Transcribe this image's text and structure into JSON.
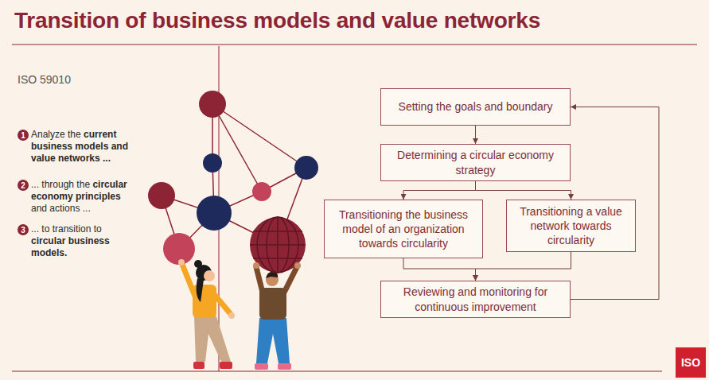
{
  "diagram": {
    "title": "Transition of business models and value networks",
    "nodes": [
      {
        "text": [
          "Setting the goals and boundary"
        ]
      },
      {
        "text": [
          "Determining a circular economy strategy"
        ]
      },
      {
        "text": [
          "Transitioning the business model of an organization towards circularity"
        ]
      },
      {
        "text": [
          "Transitioning a value network towards circularity"
        ]
      },
      {
        "text": [
          "Reviewing and monitoring for continuous improvement"
        ]
      }
    ],
    "edges": [
      {
        "from": 0,
        "to": 1,
        "arrow": "to"
      },
      {
        "from": 1,
        "to": 2,
        "arrow": "to"
      },
      {
        "from": 1,
        "to": 3,
        "arrow": "to"
      },
      {
        "from": 2,
        "to": 4,
        "arrow": "to"
      },
      {
        "from": 3,
        "to": 4,
        "arrow": "to"
      },
      {
        "from": 4,
        "to": 0,
        "arrow": "to"
      }
    ],
    "labels": [
      "ISO 59010",
      "1",
      "Analyze the",
      "current business models and value networks ...",
      "2",
      "... through the",
      "circular economy principles",
      "and actions ...",
      "3",
      "... to transition to",
      "circular business models.",
      "ISO"
    ]
  }
}
